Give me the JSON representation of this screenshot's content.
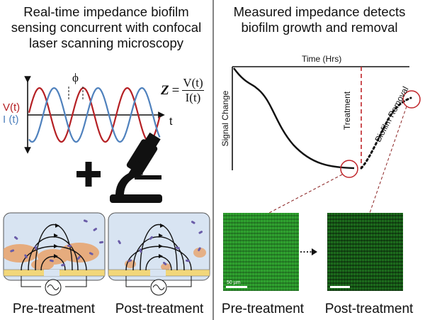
{
  "left_panel": {
    "title_lines": [
      "Real-time impedance biofilm",
      "sensing concurrent with confocal",
      "laser scanning microscopy"
    ],
    "waveform": {
      "phase_label": "ϕ",
      "voltage_label": "V(t)",
      "current_label": "I (t)",
      "time_label": "t",
      "voltage_color": "#b52024",
      "current_color": "#4f81bd"
    },
    "equation": {
      "lhs": "Z",
      "equals": "=",
      "numerator": "V(t)",
      "denominator": "I(t)"
    },
    "plus_symbol": "+",
    "microscope_icon": "microscope-icon",
    "electrode_pre_label": "Pre-treatment",
    "electrode_post_label": "Post-treatment"
  },
  "right_panel": {
    "title_lines": [
      "Measured impedance detects",
      "biofilm growth and removal"
    ],
    "plot": {
      "x_label": "Time (Hrs)",
      "y_label": "Signal  Change",
      "treatment_label": "Treatment",
      "removal_label": "Biofilm Removal",
      "treatment_line_color": "#c0252a"
    },
    "micrograph_pre_label": "Pre-treatment",
    "micrograph_post_label": "Post-treatment",
    "scale_bar_label": "50 µm",
    "micrograph_color": "#2fa12f"
  }
}
